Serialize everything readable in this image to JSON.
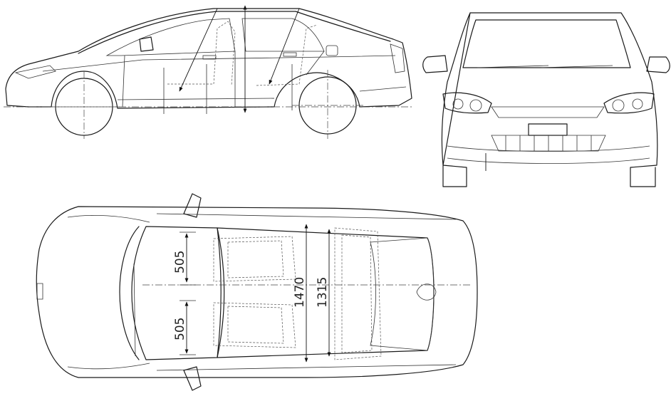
{
  "dimensions": {
    "front_seat_width_upper": "505",
    "front_seat_width_lower": "505",
    "interior_width": "1470",
    "rear_interior_width": "1315"
  }
}
